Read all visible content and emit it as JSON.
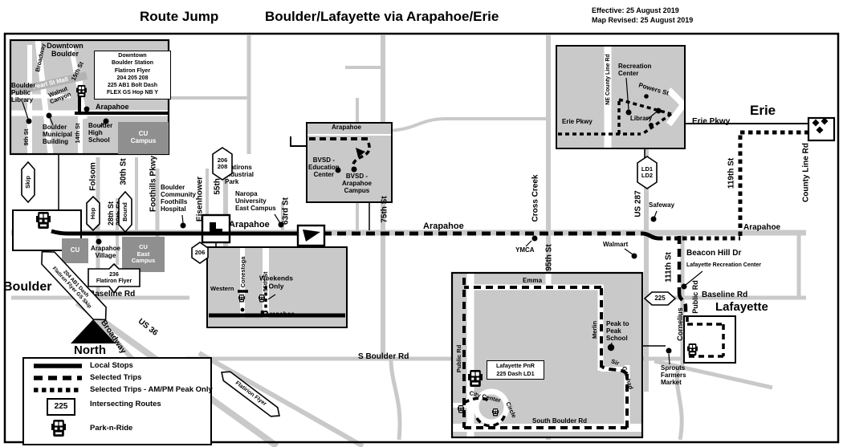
{
  "header": {
    "route": "Route Jump",
    "destination": "Boulder/Lafayette via Arapahoe/Erie",
    "effective": "Effective:  25 August 2019",
    "revised": "Map Revised:  25 August 2019"
  },
  "cities": {
    "boulder": "Boulder",
    "erie": "Erie",
    "lafayette": "Lafayette"
  },
  "streets": {
    "arapahoe": "Arapahoe",
    "baseline_rd": "Baseline Rd",
    "us_36": "US 36",
    "broadway": "Broadway",
    "s_boulder_rd": "S Boulder Rd",
    "south_boulder_rd": "South Boulder Rd",
    "folsom": "Folsom",
    "st28": "28th St",
    "st29": "29th St",
    "st30": "30th St",
    "foothills_pkwy": "Foothills Pkwy",
    "eisenhower": "Eisenhower",
    "st55": "55th St",
    "st63": "63rd St",
    "st75": "75th St",
    "cross_creek": "Cross Creek",
    "st95": "95th St",
    "us_287": "US 287",
    "st111": "111th St",
    "st119": "119th St",
    "county_line_rd": "County Line Rd",
    "ne_county_line_rd": "NE County Line Rd",
    "erie_pkwy": "Erie Pkwy",
    "powers_st": "Powers St",
    "beacon_hill_dr": "Beacon Hill Dr",
    "public_rd": "Public Rd",
    "cornelius": "Cornelius",
    "emma": "Emma",
    "merlin": "Merlin",
    "sir": "Sir",
    "galahad": "Galahad",
    "city_center": "City Center",
    "circle": "Circle",
    "conestoga": "Conestoga",
    "western": "Western",
    "pearl_st_mall": "Pearl St Mall",
    "walnut_canyon": "Walnut\nCanyon",
    "st15": "15th St",
    "st9": "9th St",
    "st14": "14th St"
  },
  "pois": {
    "downtown_boulder": "Downtown\nBoulder",
    "station_box": "Downtown\nBoulder Station\nFlatiron Flyer\n204  205  208\n225  AB1  Bolt  Dash\nFLEX  GS  Hop  NB  Y",
    "boulder_public_library": "Boulder\nPublic\nLibrary",
    "boulder_municipal_building": "Boulder\nMunicipal\nBuilding",
    "boulder_high_school": "Boulder\nHigh\nSchool",
    "cu_campus": "CU\nCampus",
    "cu": "CU",
    "cu_east_campus": "CU\nEast\nCampus",
    "arapahoe_village": "Arapahoe\nVillage",
    "hospital": "Boulder\nCommunity\nFoothills\nHospital",
    "flatirons_industrial_park": "Flatirons\nIndustrial\nPark",
    "naropa": "Naropa\nUniversity\nEast Campus",
    "bvsd_education_center": "BVSD -\nEducation\nCenter",
    "bvsd_arapahoe_campus": "BVSD -\nArapahoe\nCampus",
    "ymca": "YMCA",
    "walmart": "Walmart",
    "safeway": "Safeway",
    "recreation_center": "Recreation\nCenter",
    "library": "Library",
    "lafayette_recreation_center": "Lafayette Recreation Center",
    "sprouts": "Sprouts\nFarmers\nMarket",
    "peak_to_peak": "Peak to\nPeak\nSchool",
    "weekends_only": "Weekends\nOnly",
    "lafayette_pnr": "Lafayette PnR\n225  Dash  LD1"
  },
  "badges": {
    "skip": "Skip",
    "hop": "Hop",
    "bound": "Bound",
    "r206_208": "206\n208",
    "r206": "206",
    "ld1_ld2": "LD1\nLD2",
    "r225": "225",
    "r236": "236\nFlatiron Flyer",
    "flatiron_flyer_diag": "Flatirion Flyer",
    "boulder_routes_diag": "204  AB1  Dash\nFlatiron Flyer  GS  Skip"
  },
  "legend": {
    "north": "North",
    "badge": "225",
    "items": [
      "Local Stops",
      "Selected Trips",
      "Selected Trips - AM/PM Peak Only",
      "Intersecting Routes",
      "Park-n-Ride"
    ]
  },
  "colors": {
    "road_gray": "#c9c9c9",
    "inset_gray": "#c9c9c9",
    "campus_gray": "#8f8f8f",
    "route_black": "#000000"
  }
}
